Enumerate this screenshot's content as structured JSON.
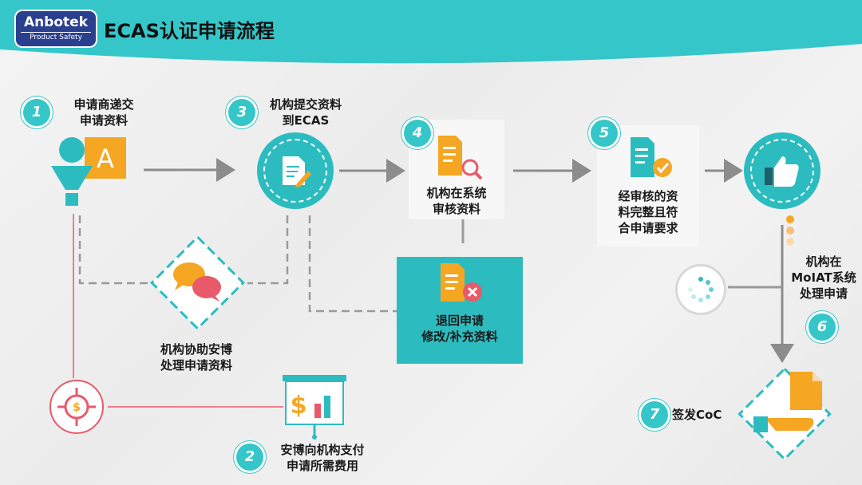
{
  "header": {
    "logo_name": "Anbotek",
    "logo_tagline": "Product Safety",
    "title": "ECAS认证申请流程"
  },
  "steps": [
    {
      "number": "1",
      "label_line1": "申请商递交",
      "label_line2": "申请资料"
    },
    {
      "number": "2",
      "label_line1": "安博向机构支付",
      "label_line2": "申请所需费用"
    },
    {
      "number": "3",
      "label_line1": "机构提交资料",
      "label_line2": "到ECAS"
    },
    {
      "number": "4",
      "label_line1": "机构在系统",
      "label_line2": "审核资料"
    },
    {
      "number": "5",
      "label_line1": "经审核的资",
      "label_line2": "料完整且符",
      "label_line3": "合申请要求"
    },
    {
      "number": "6",
      "label_line1": "机构在",
      "label_line2": "MoIAT系统",
      "label_line3": "处理申请"
    },
    {
      "number": "7",
      "label_line1": "签发CoC"
    }
  ],
  "assist": {
    "label_line1": "机构协助安博",
    "label_line2": "处理申请资料"
  },
  "reject": {
    "label_line1": "退回申请",
    "label_line2": "修改/补充资料"
  },
  "colors": {
    "teal": "#35c6c9",
    "navy": "#2b3f8f",
    "orange": "#f5a623",
    "red": "#e85a6a",
    "gray": "#9a9a9a"
  }
}
